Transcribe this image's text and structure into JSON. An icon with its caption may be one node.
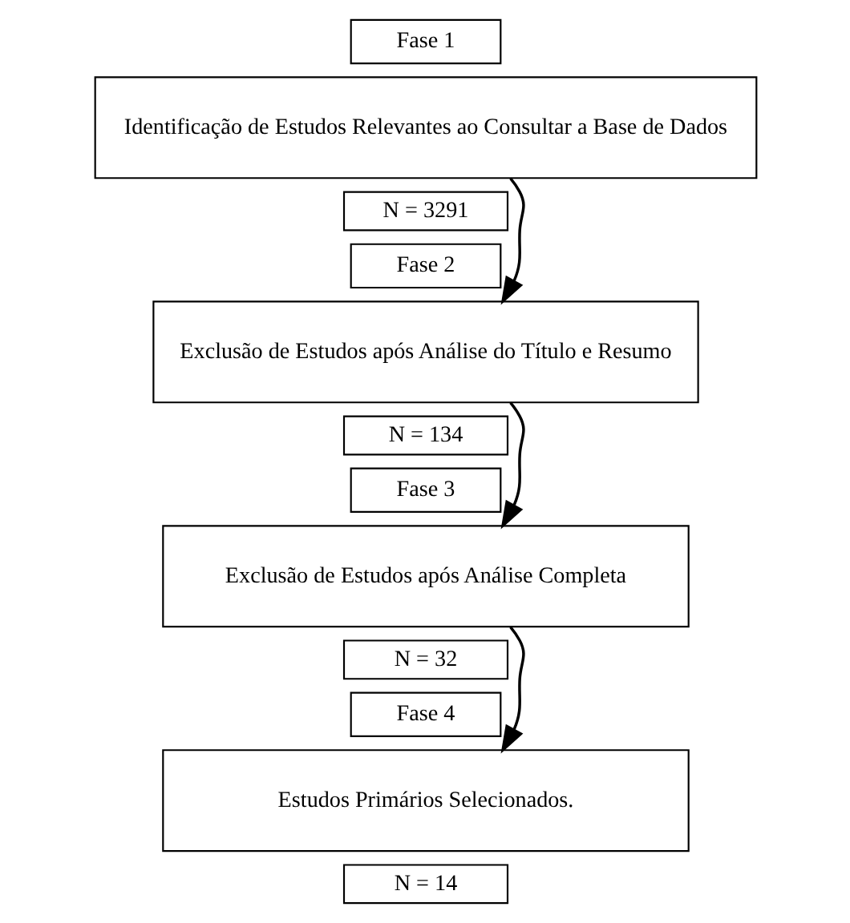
{
  "diagram": {
    "nodes": [
      {
        "text": [
          "Fase 1"
        ]
      },
      {
        "text": [
          "Identificação de Estudos Relevantes ao Consultar a Base de Dados"
        ]
      },
      {
        "text": [
          "N = 3291"
        ]
      },
      {
        "text": [
          "Fase 2"
        ]
      },
      {
        "text": [
          "Exclusão de Estudos após Análise do Título e Resumo"
        ]
      },
      {
        "text": [
          "N = 134"
        ]
      },
      {
        "text": [
          "Fase 3"
        ]
      },
      {
        "text": [
          "Exclusão de Estudos após Análise Completa"
        ]
      },
      {
        "text": [
          "N = 32"
        ]
      },
      {
        "text": [
          "Fase 4"
        ]
      },
      {
        "text": [
          "Estudos Primários Selecionados."
        ]
      },
      {
        "text": [
          "N = 14"
        ]
      }
    ],
    "edges": [
      {
        "from": 1,
        "to": 4,
        "arrow": "to"
      },
      {
        "from": 4,
        "to": 7,
        "arrow": "to"
      },
      {
        "from": 7,
        "to": 10,
        "arrow": "to"
      }
    ]
  }
}
